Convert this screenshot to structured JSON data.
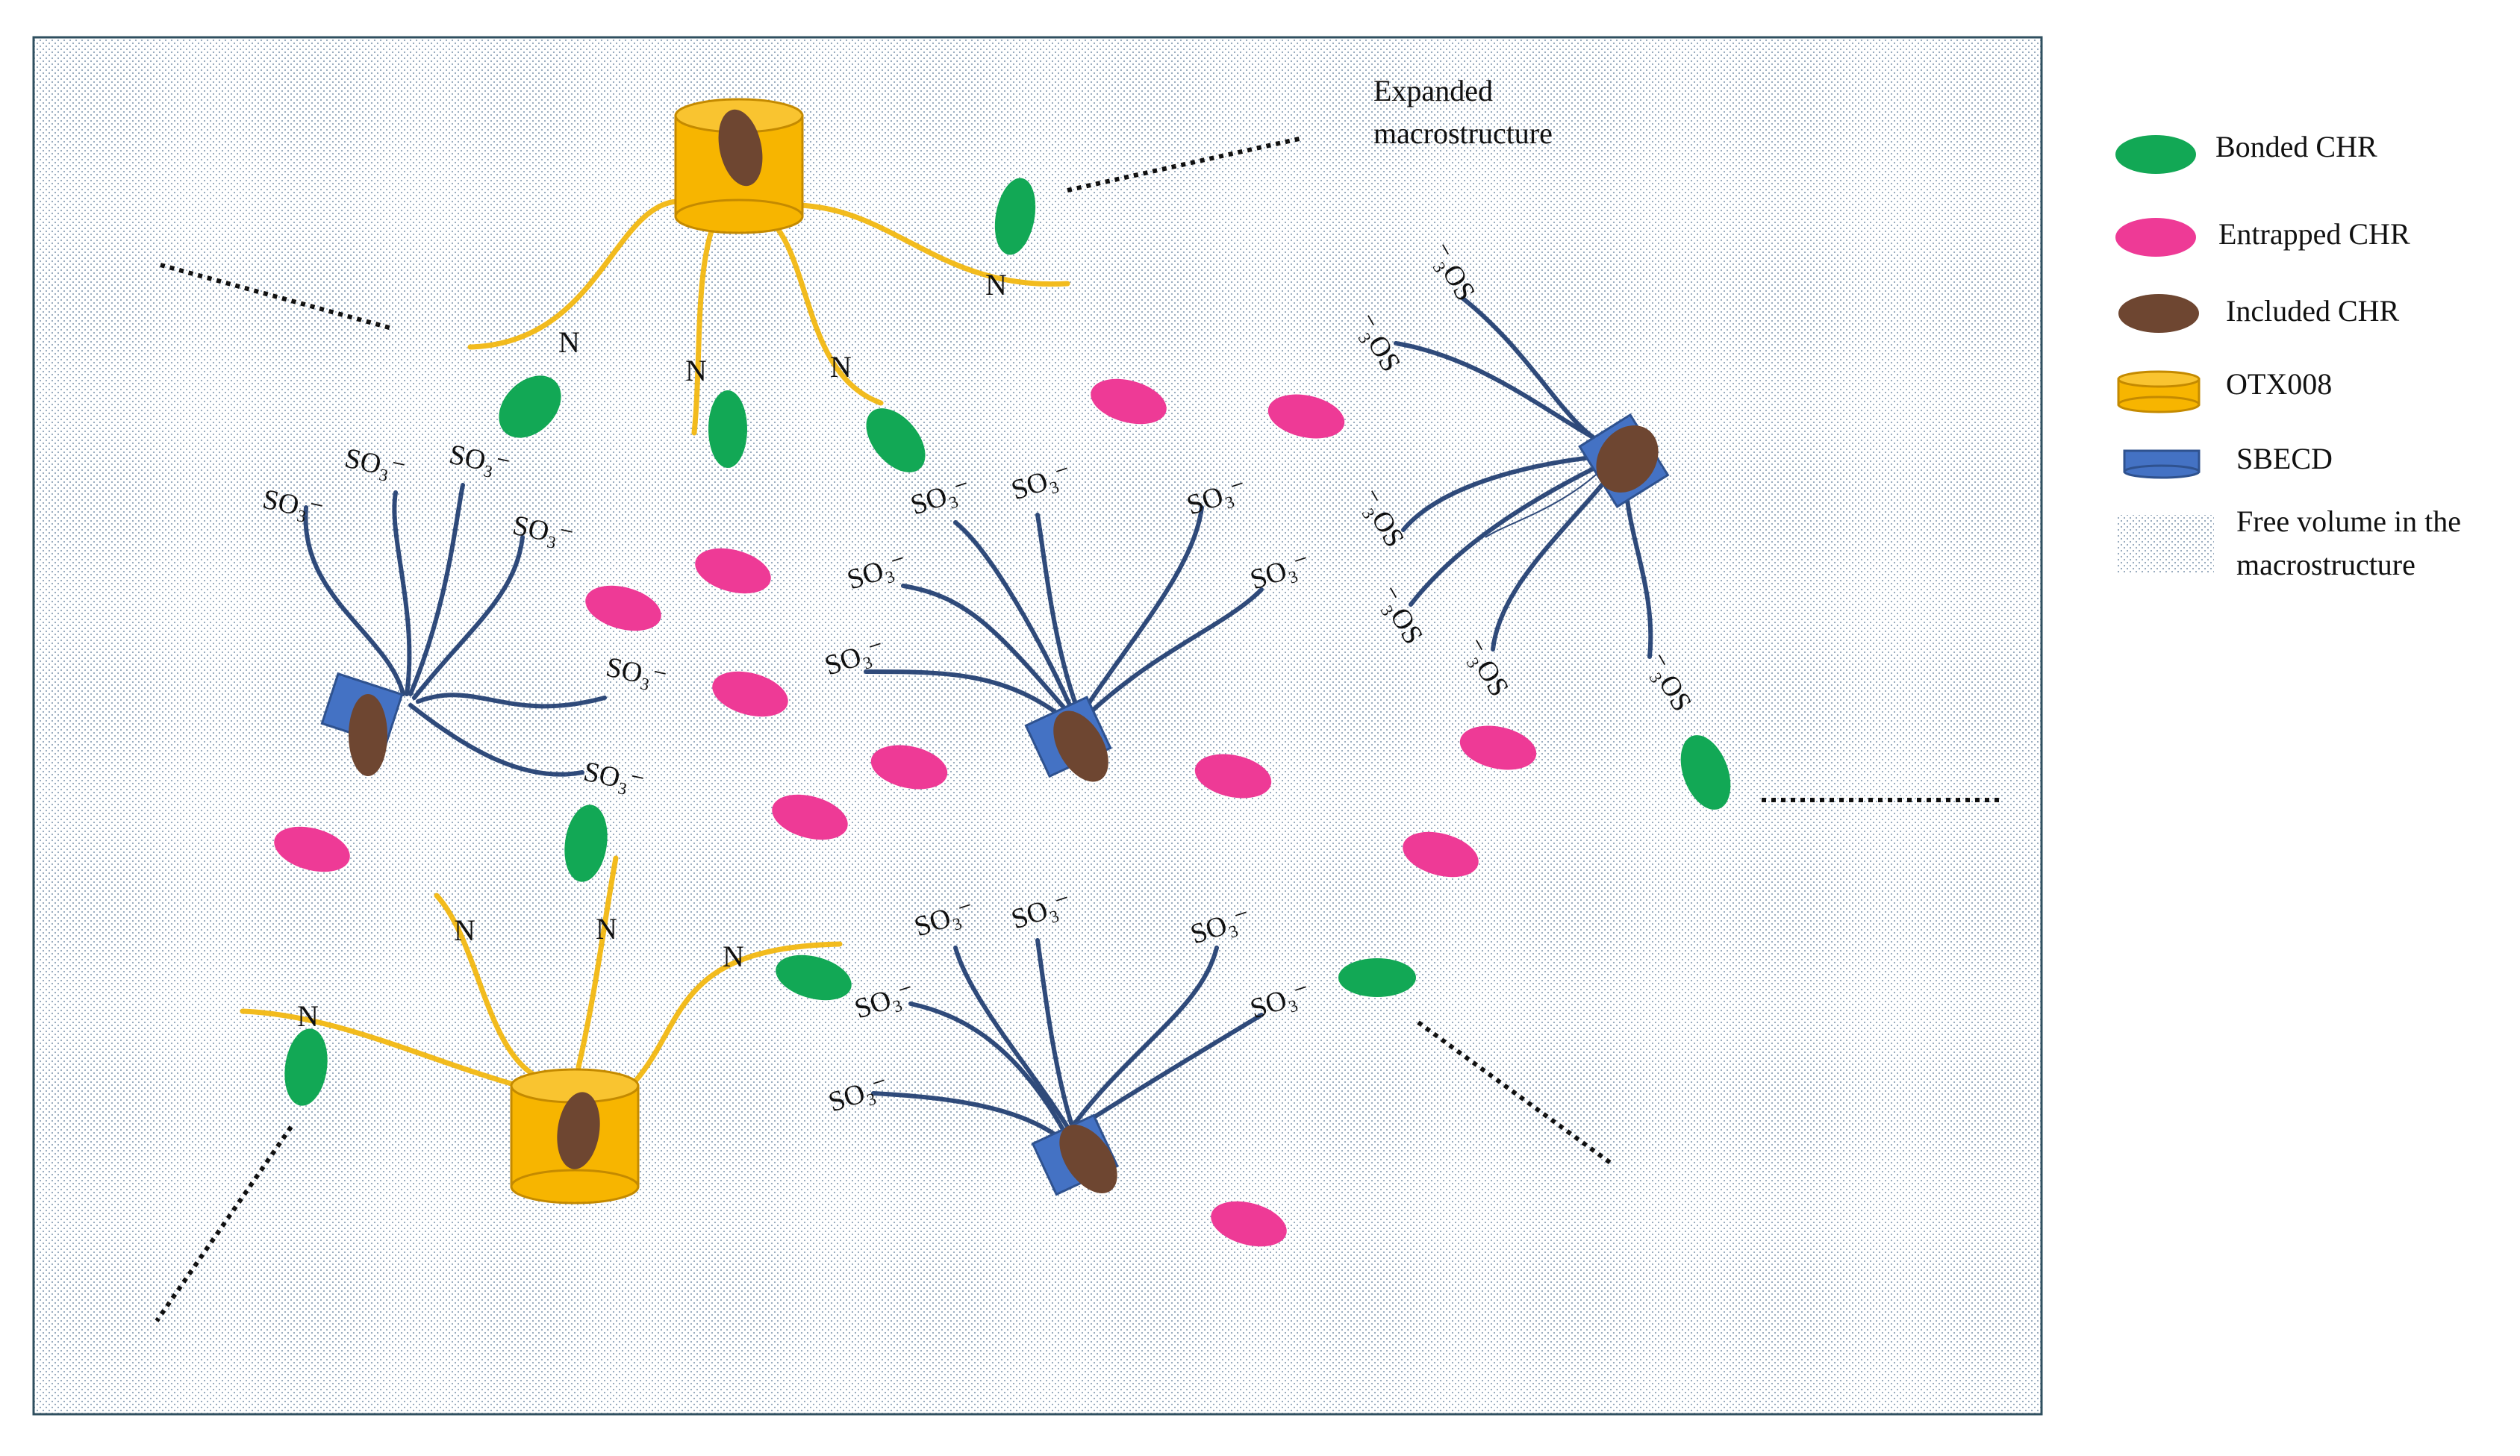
{
  "title_annotation": "Expanded macrostructure",
  "title_lines": [
    "Expanded",
    "macrostructure"
  ],
  "labels": {
    "amine": "N",
    "sulfonate": "SO₃⁻",
    "sulfonate_flipped": "⁻₃OS"
  },
  "legend": {
    "items": [
      {
        "label": "Bonded CHR",
        "symbol": "green-ellipse"
      },
      {
        "label": "Entrapped CHR",
        "symbol": "pink-ellipse"
      },
      {
        "label": "Included CHR",
        "symbol": "brown-ellipse"
      },
      {
        "label": "OTX008",
        "symbol": "yellow-cylinder"
      },
      {
        "label": "SBECD",
        "symbol": "blue-cylinder"
      }
    ],
    "free_volume_lines": [
      "Free volume  in the",
      "macrostructure"
    ]
  },
  "colors": {
    "bonded_chr": "#12a855",
    "entrapped_chr": "#ee3a96",
    "included_chr": "#6e4631",
    "otx008": "#f7b500",
    "otx008_stroke": "#c48a00",
    "sbecd": "#4472c4",
    "sbecd_stroke": "#2f528f",
    "sbecd_chain": "#2f4a7a",
    "otx_chain": "#f2bb1d",
    "frame": "#2f4f5f",
    "dot_pattern": "#8fa3b8"
  }
}
